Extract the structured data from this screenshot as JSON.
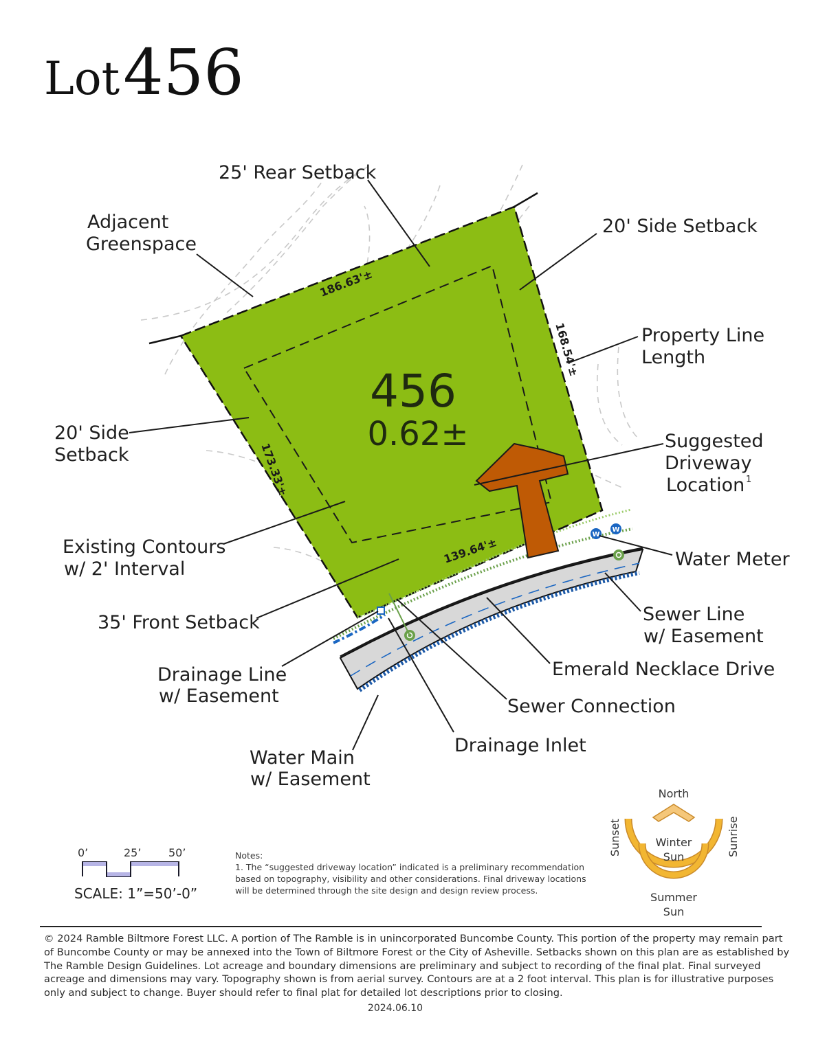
{
  "title": {
    "word": "Lot",
    "number": "456"
  },
  "lot": {
    "number": "456",
    "acreage": "0.62±"
  },
  "dimensions": {
    "rear": "186.63'±",
    "side_right": "168.54'±",
    "side_left": "173.33'±",
    "front": "139.64'±"
  },
  "labels": {
    "rear_setback": "25' Rear Setback",
    "adjacent_1": "Adjacent",
    "adjacent_2": "Greenspace",
    "side_setback_right": "20' Side Setback",
    "prop_line_1": "Property Line",
    "prop_line_2": "Length",
    "side_setback_left_1": "20' Side",
    "side_setback_left_2": "Setback",
    "driveway_1": "Suggested",
    "driveway_2": "Driveway",
    "driveway_3": "Location",
    "driveway_sup": "1",
    "contours_1": "Existing Contours",
    "contours_2": "w/ 2' Interval",
    "water_meter": "Water Meter",
    "front_setback": "35' Front Setback",
    "sewer_line_1": "Sewer Line",
    "sewer_line_2": "w/ Easement",
    "drainage_line_1": "Drainage Line",
    "drainage_line_2": "w/ Easement",
    "street": "Emerald Necklace Drive",
    "sewer_connection": "Sewer Connection",
    "drainage_inlet": "Drainage Inlet",
    "water_main_1": "Water Main",
    "water_main_2": "w/ Easement"
  },
  "scale": {
    "t0": "0’",
    "t25": "25’",
    "t50": "50’",
    "label": "SCALE: 1”=50’-0”"
  },
  "notes": {
    "heading": "Notes:",
    "line1": "1. The “suggested driveway location” indicated is a preliminary recommendation",
    "line2": "based on topography, visibility and other considerations.  Final driveway locations",
    "line3": "will be determined through the site design and design review process."
  },
  "compass": {
    "north": "North",
    "sunset": "Sunset",
    "sunrise": "Sunrise",
    "winter_1": "Winter",
    "winter_2": "Sun",
    "summer_1": "Summer",
    "summer_2": "Sun"
  },
  "disclaimer": {
    "l1": "© 2024 Ramble Biltmore Forest LLC.  A portion of The Ramble is in unincorporated Buncombe County.  This portion of the property may remain part",
    "l2": "of Buncombe County or may be annexed into the Town of Biltmore Forest or the City of Asheville.  Setbacks shown on this plan are as established by",
    "l3": "The Ramble Design Guidelines.  Lot acreage and boundary dimensions are preliminary and subject to recording of the final plat.  Final surveyed",
    "l4": "acreage and dimensions may vary.  Topography shown is from aerial survey.  Contours are at a 2 foot interval.  This plan is for illustrative purposes",
    "l5": "only and subject to change. Buyer should refer to final plat for detailed lot descriptions prior to closing."
  },
  "date": "2024.06.10",
  "colors": {
    "lot_fill": "#8cbd14",
    "driveway": "#bf5a05",
    "road": "#d8d8d8",
    "water_main": "#1d5aa8",
    "sewer": "#6aa04a",
    "utility_blue": "#1a66c2",
    "sun_path": "#f2b632"
  },
  "icons": [
    "water-meter-icon",
    "sewer-connection-icon",
    "drainage-inlet-icon",
    "north-arrow-icon"
  ]
}
